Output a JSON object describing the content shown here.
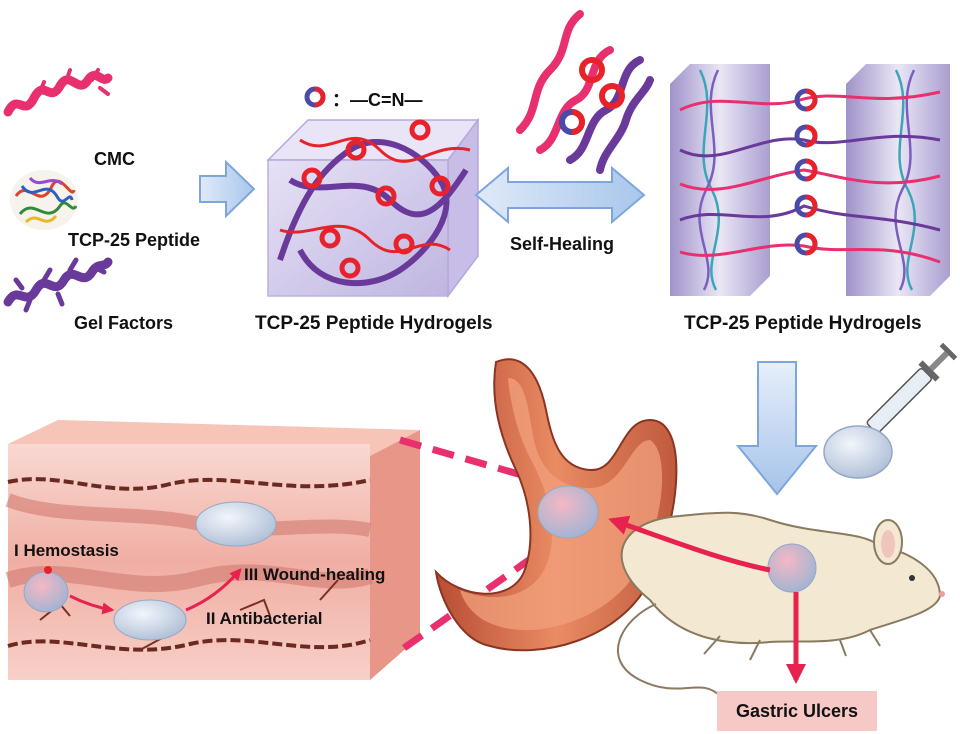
{
  "legend": {
    "cmc": "CMC",
    "peptide": "TCP-25 Peptide",
    "gel_factors": "Gel Factors",
    "bond_label": "：—C=N—"
  },
  "hydrogel_left_caption": "TCP-25 Peptide Hydrogels",
  "hydrogel_right_caption": "TCP-25 Peptide Hydrogels",
  "self_healing": "Self-Healing",
  "stages": {
    "hemostasis": "I Hemostasis",
    "antibacterial": "II Antibacterial",
    "wound_healing": "III Wound-healing"
  },
  "gastric_ulcers": "Gastric Ulcers",
  "colors": {
    "cmc_pink": "#e8306e",
    "gel_purple": "#6a3a9a",
    "bond_red": "#e8222a",
    "bond_blue": "#4a4aa8",
    "arrow_blue": "#9cc0ea",
    "tissue_pink": "#f3b3aa",
    "stomach": "#d86a4a",
    "mouse": "#f3e9d3",
    "pointer_red": "#e8224e"
  }
}
